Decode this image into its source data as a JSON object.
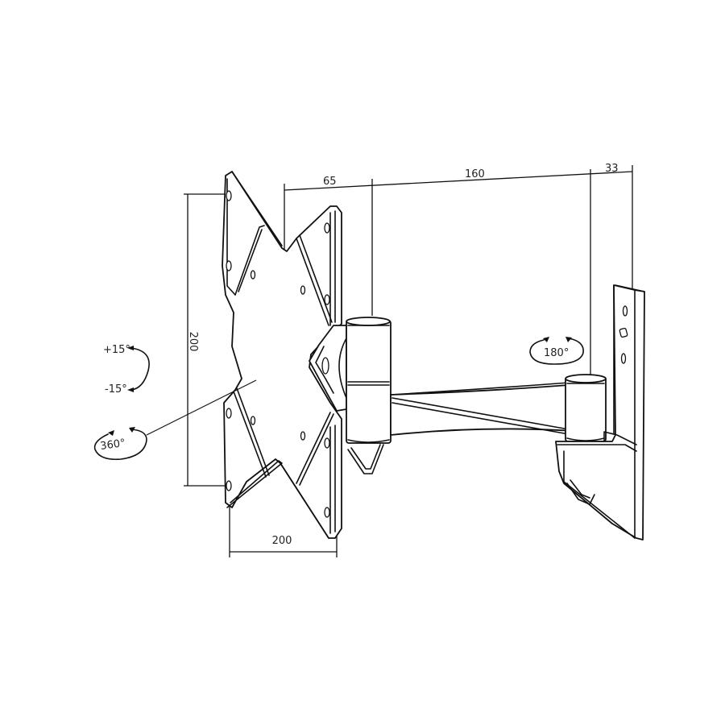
{
  "diagram": {
    "subject": "Full-motion TV wall mount bracket",
    "colors": {
      "line": "#111111",
      "background": "#ffffff",
      "text": "#222222"
    },
    "dimensions": {
      "top_segment_1": "65",
      "top_segment_2": "160",
      "top_segment_3": "33",
      "vesa_height": "200",
      "vesa_width": "200"
    },
    "rotations": {
      "tilt_up": "+15°",
      "tilt_down": "-15°",
      "plate_rotation": "360°",
      "swivel": "180°"
    },
    "parts": [
      "vesa-plate",
      "tilt-hinge",
      "arm-joint-front",
      "swing-arm",
      "arm-joint-rear",
      "wall-plate"
    ]
  }
}
